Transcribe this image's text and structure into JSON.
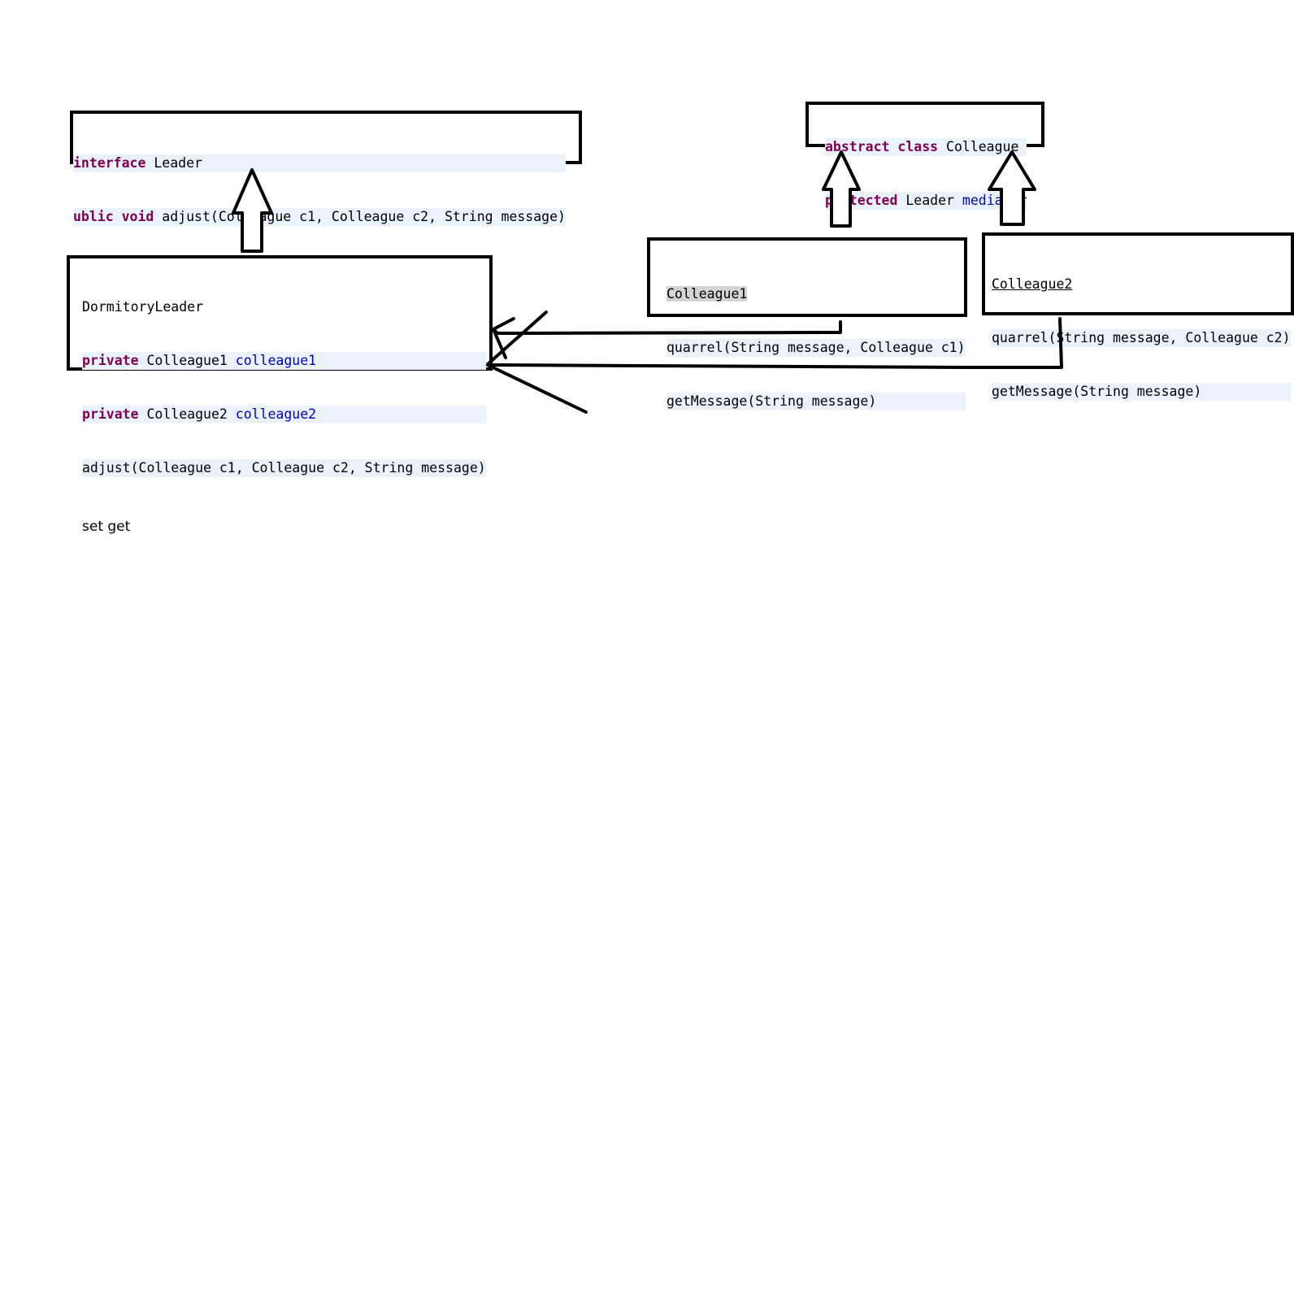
{
  "leader_box": {
    "line1_kw": "interface",
    "line1_name": "Leader",
    "line2_kw": "ublic void",
    "line2_rest": "adjust(Colleague c1, Colleague c2, String message)"
  },
  "colleague_box": {
    "line1_kw": "abstract class",
    "line1_name": "Colleague",
    "line2_kw": "protected",
    "line2_type": "Leader",
    "line2_field": "mediator"
  },
  "dormitory_box": {
    "title": "DormitoryLeader",
    "field1_kw": "private",
    "field1_type": "Colleague1",
    "field1_name": "colleague1",
    "field2_kw": "private",
    "field2_type": "Colleague2",
    "field2_name": "colleague2",
    "method": "adjust(Colleague c1, Colleague c2, String message)",
    "accessors": "set get"
  },
  "colleague1_box": {
    "title": "Colleague1",
    "method1": "quarrel(String message, Colleague c1)",
    "method2": "getMessage(String message)"
  },
  "colleague2_box": {
    "title": "Colleague2",
    "method1": "quarrel(String message, Colleague c2)",
    "method2": "getMessage(String message)"
  },
  "colors": {
    "keyword": "#7f0055",
    "field": "#0000c0",
    "line_highlight": "#eaf2fb",
    "selection": "#d4d4d4",
    "stroke": "#000000"
  }
}
